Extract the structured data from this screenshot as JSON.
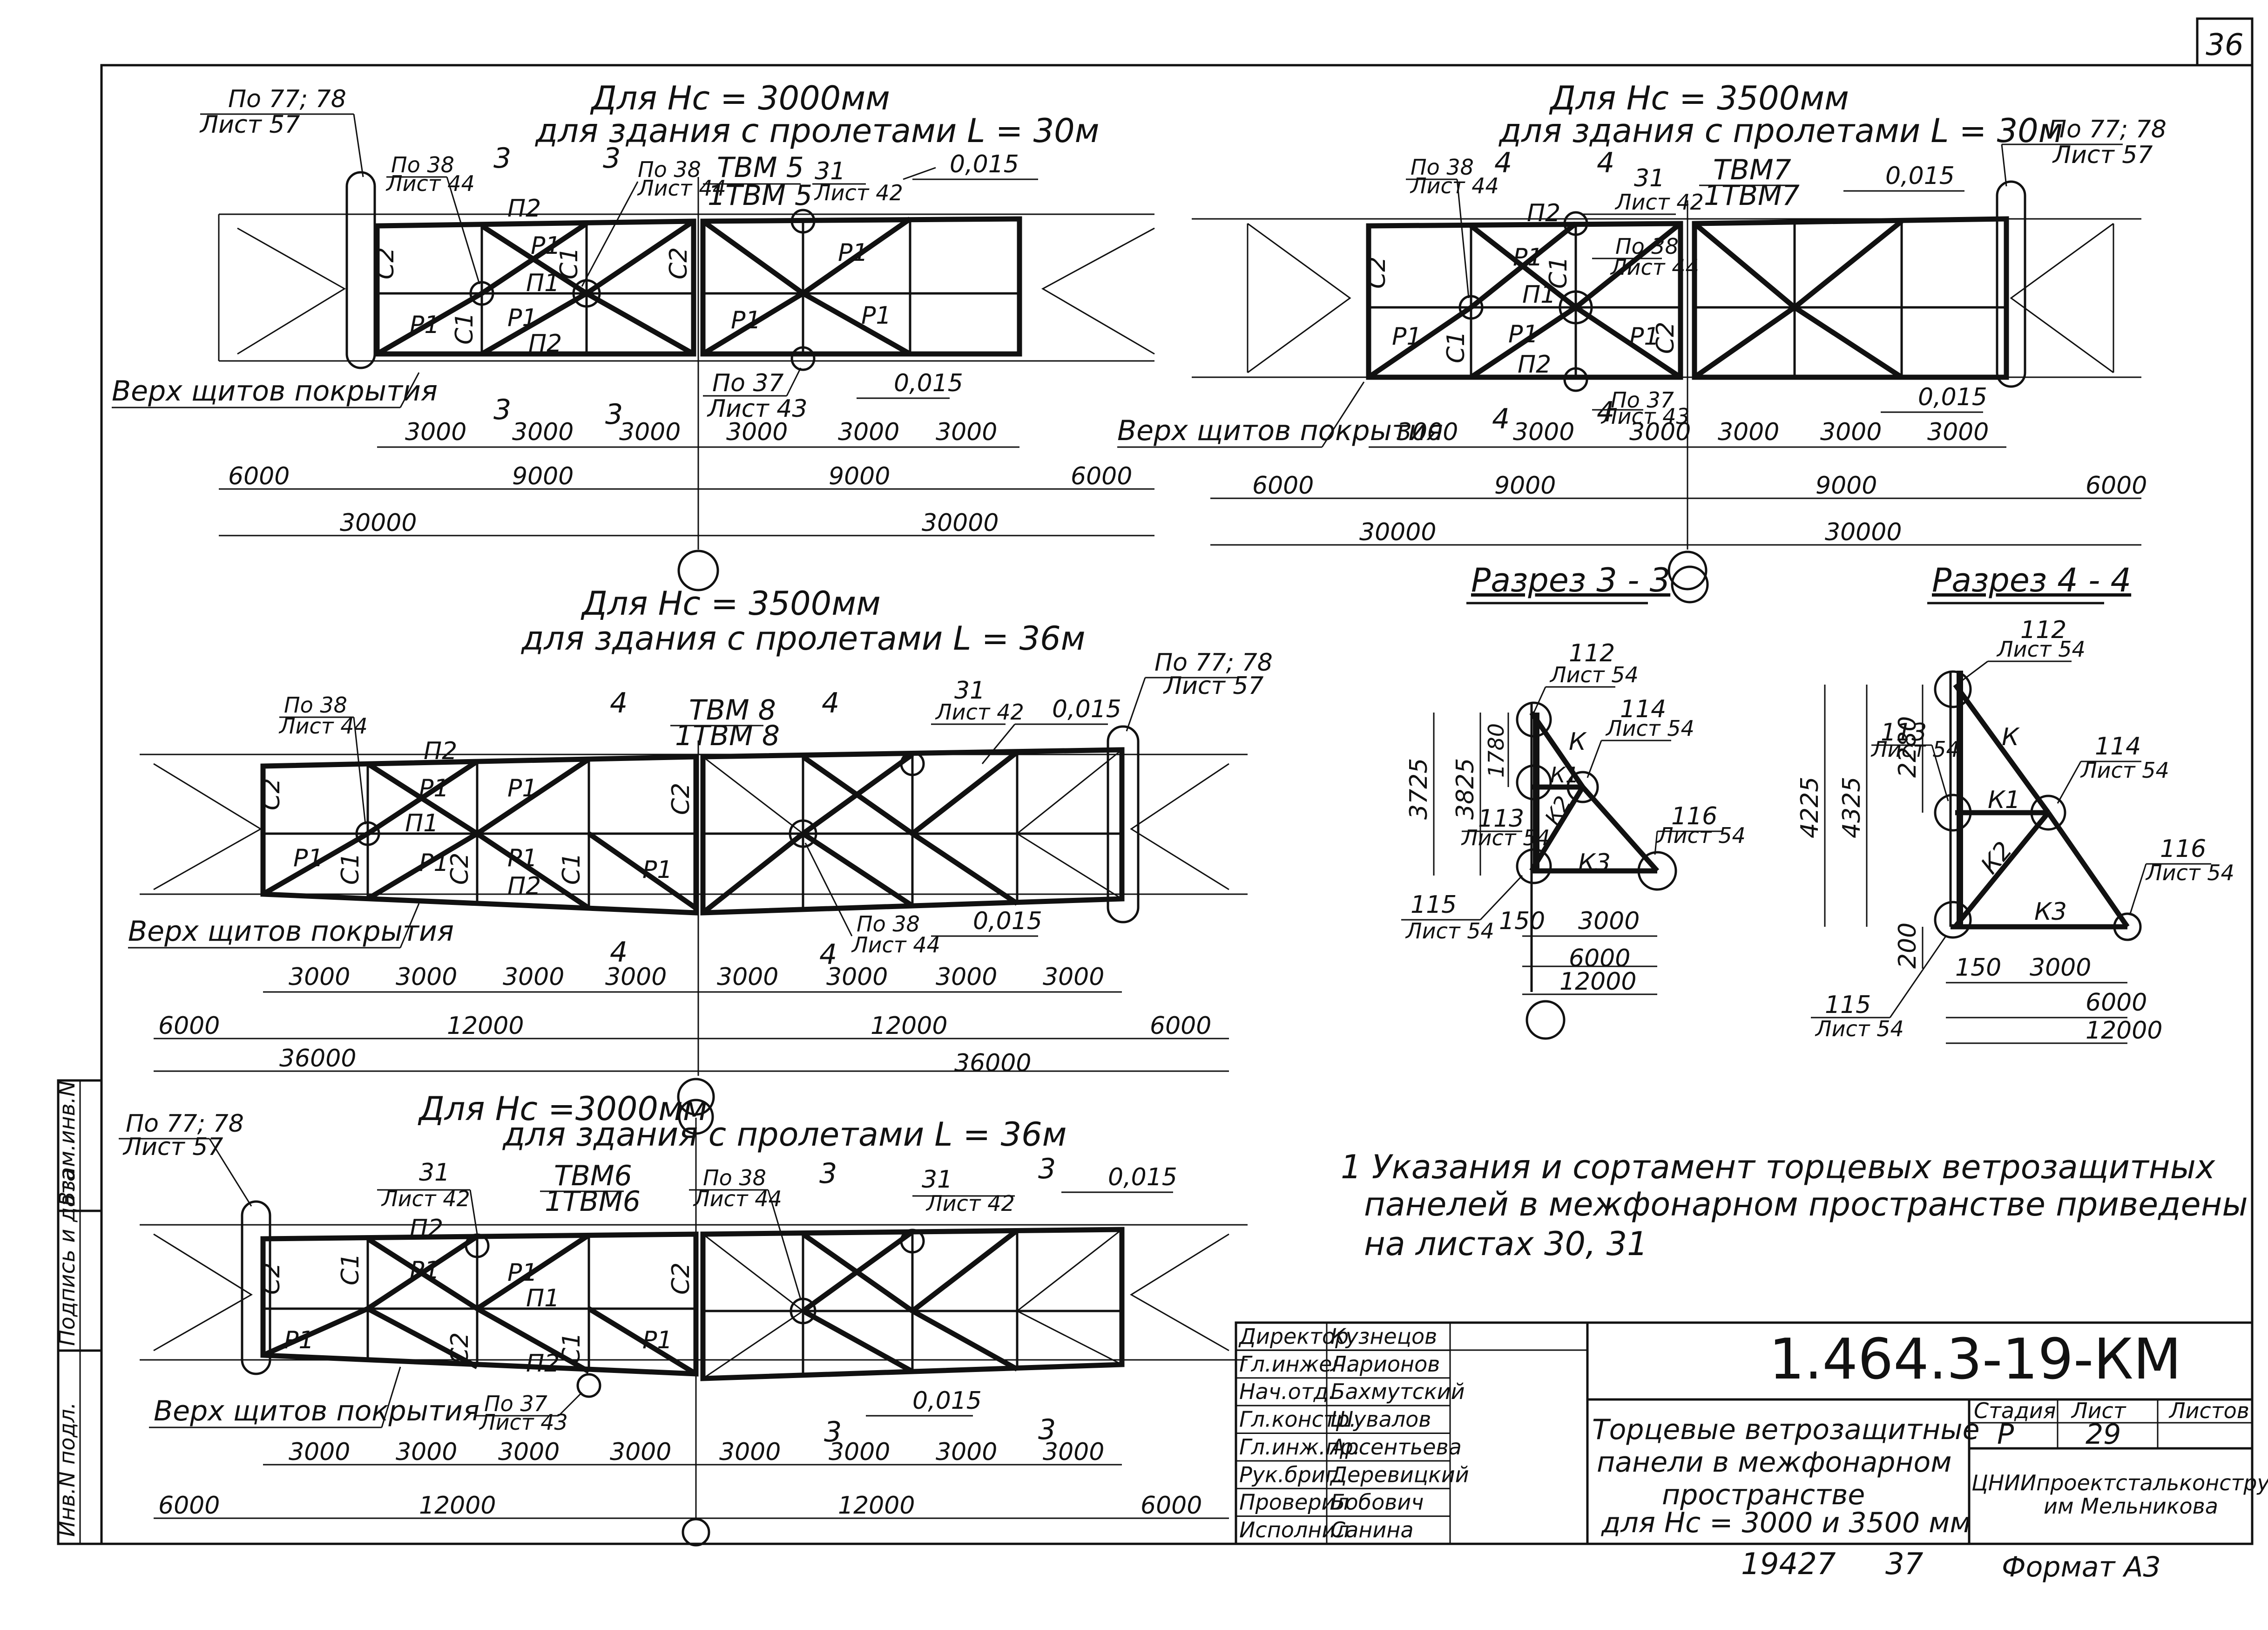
{
  "sheet": {
    "sheet_number": "36",
    "doc_code": "1.464.3-19-КМ",
    "inventory": "19427",
    "inventory_page": "37",
    "format": "Формат А3"
  },
  "side_stamp": {
    "inv_podl": "Инв.N подл.",
    "podpis_data": "Подпись и дата",
    "vzam_inv": "Взам.инв.N"
  },
  "title_block": {
    "title_lines": [
      "Торцевые ветрозащитные",
      "панели в межфонарном",
      "пространстве",
      "для   Нс = 3000 и 3500 мм"
    ],
    "stage_label": "Стадия",
    "stage_value": "Р",
    "sheet_label": "Лист",
    "sheet_value": "29",
    "sheets_label": "Листов",
    "org_line1": "ЦНИИпроектстальконструкция",
    "org_line2": "им Мельникова",
    "signatures": [
      {
        "role": "Директор",
        "name": "Кузнецов"
      },
      {
        "role": "Гл.инжен.",
        "name": "Ларионов"
      },
      {
        "role": "Нач.отд.",
        "name": "Бахмутский"
      },
      {
        "role": "Гл.констр.",
        "name": "Шувалов"
      },
      {
        "role": "Гл.инж.пр.",
        "name": "Арсентьева"
      },
      {
        "role": "Рук.бриг.",
        "name": "Деревицкий"
      },
      {
        "role": "Проверил",
        "name": "Бобович"
      },
      {
        "role": "Исполнил",
        "name": "Санина"
      }
    ]
  },
  "note": {
    "lines": [
      "1  Указания  и  сортамент  торцевых  ветрозащитных",
      "панелей  в  межфонарном  пространстве  приведены",
      "на  листах  30, 31"
    ]
  },
  "common_labels": {
    "top_of_panels": "Верх  щитов  покрытия",
    "po_77_78": "По 77; 78",
    "list_57": "Лист 57",
    "po_38": "По 38",
    "list_44": "Лист 44",
    "po_37": "По 37",
    "list_43": "Лист 43",
    "node_31": "31",
    "list_42": "Лист 42",
    "slope": "0,015"
  },
  "views": [
    {
      "id": "v1",
      "hc": "Для  Нс   = 3000мм",
      "span": "для  здания  с  пролетами  L = 30м",
      "mark": "ТВМ 5",
      "mark2": "1ТВМ 5",
      "dims_row1": [
        "3000",
        "3000",
        "3000",
        "3000",
        "3000",
        "3000"
      ],
      "dims_row2": [
        "6000",
        "9000",
        "9000",
        "6000"
      ],
      "dims_row3": [
        "30000",
        "30000"
      ]
    },
    {
      "id": "v2",
      "hc": "Для  Нс   = 3500мм",
      "span": "для  здания  с  пролетами  L = 30м",
      "mark": "ТВМ7",
      "mark2": "1ТВМ7",
      "dims_row1": [
        "3000",
        "3000",
        "3000",
        "3000",
        "3000",
        "3000"
      ],
      "dims_row2": [
        "6000",
        "9000",
        "9000",
        "6000"
      ],
      "dims_row3": [
        "30000",
        "30000"
      ]
    },
    {
      "id": "v3",
      "hc": "Для  Нс   = 3500мм",
      "span": "для  здания  с  пролетами  L = 36м",
      "mark": "ТВМ 8",
      "mark2": "1ТВМ 8",
      "dims_row1": [
        "3000",
        "3000",
        "3000",
        "3000",
        "3000",
        "3000",
        "3000",
        "3000"
      ],
      "dims_row2": [
        "6000",
        "12000",
        "12000",
        "6000"
      ],
      "dims_row3": [
        "36000",
        "36000"
      ]
    },
    {
      "id": "v4",
      "hc": "Для  Нс  =3000мм",
      "span": "для  здания  с  пролетами  L = 36м",
      "mark": "ТВМ6",
      "mark2": "1ТВМ6",
      "dims_row1": [
        "3000",
        "3000",
        "3000",
        "3000",
        "3000",
        "3000",
        "3000",
        "3000"
      ],
      "dims_row2": [
        "6000",
        "12000",
        "12000",
        "6000"
      ]
    }
  ],
  "member_labels": {
    "p1": "Р1",
    "p2": "П2",
    "pi1": "П1",
    "c1": "С1",
    "c2": "С2",
    "k": "К",
    "k1": "К1",
    "k2": "К2",
    "k3": "К3"
  },
  "sections": [
    {
      "id": "s33",
      "title": "Разрез  3 - 3",
      "dims_v": [
        "3725",
        "3825",
        "1780"
      ],
      "dims_h": [
        "150",
        "3000",
        "6000",
        "12000"
      ],
      "labels": [
        {
          "a": "112",
          "b": "Лист 54"
        },
        {
          "a": "114",
          "b": "Лист 54"
        },
        {
          "a": "113",
          "b": "Лист 54"
        },
        {
          "a": "116",
          "b": "Лист 54"
        },
        {
          "a": "115",
          "b": "Лист 54"
        }
      ]
    },
    {
      "id": "s44",
      "title": "Разрез  4 - 4",
      "dims_v": [
        "4225",
        "4325",
        "2280",
        "200"
      ],
      "dims_h": [
        "150",
        "3000",
        "6000",
        "12000"
      ],
      "labels": [
        {
          "a": "112",
          "b": "Лист 54"
        },
        {
          "a": "114",
          "b": "Лист 54"
        },
        {
          "a": "113",
          "b": "Лист 54"
        },
        {
          "a": "116",
          "b": "Лист 54"
        },
        {
          "a": "115",
          "b": "Лист 54"
        }
      ]
    }
  ],
  "section_marks": {
    "s3": "3",
    "s4": "4"
  }
}
